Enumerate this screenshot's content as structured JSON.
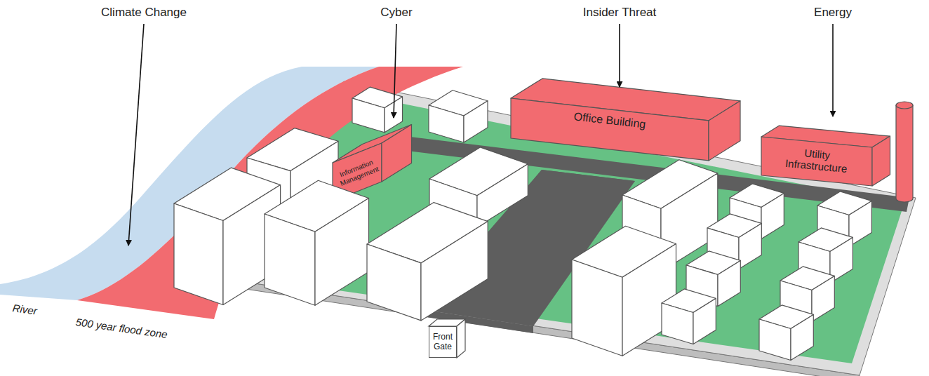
{
  "diagram": {
    "nodes": [
      {
        "text": [
          "Information Management"
        ]
      },
      {
        "text": [
          "Office Building"
        ]
      },
      {
        "text": [
          "Utility Infrastructure"
        ]
      },
      {
        "text": [
          "Front Gate"
        ]
      }
    ],
    "labels": [
      "Climate Change",
      "Cyber",
      "Insider Threat",
      "Energy",
      "River",
      "500 year flood zone"
    ]
  }
}
